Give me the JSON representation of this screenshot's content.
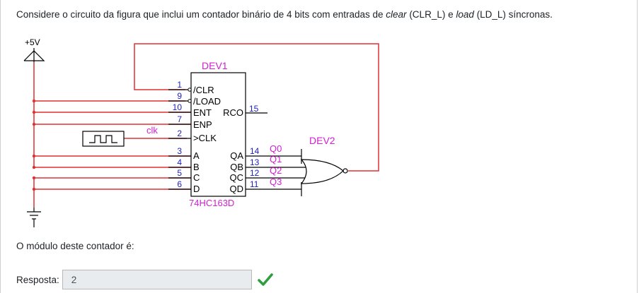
{
  "question": {
    "part1": "Considere o circuito da figura que inclui um contador binário de 4 bits com entradas de ",
    "clear": "clear",
    "part2": " (CLR_L) e ",
    "load": "load",
    "part3": " (LD_L) síncronas."
  },
  "circuit": {
    "supply_label": "+5V",
    "dev1_label": "DEV1",
    "dev2_label": "DEV2",
    "chip_part": "74HC163D",
    "clk_label": "clk",
    "left_pins": [
      {
        "num": "1",
        "name": "/CLR"
      },
      {
        "num": "9",
        "name": "/LOAD"
      },
      {
        "num": "10",
        "name": "ENT"
      },
      {
        "num": "7",
        "name": "ENP"
      },
      {
        "num": "2",
        "name": ">CLK"
      },
      {
        "num": "3",
        "name": "A"
      },
      {
        "num": "4",
        "name": "B"
      },
      {
        "num": "5",
        "name": "C"
      },
      {
        "num": "6",
        "name": "D"
      }
    ],
    "right_pins": [
      {
        "num": "15",
        "name": "RCO"
      },
      {
        "num": "14",
        "name": "QA"
      },
      {
        "num": "13",
        "name": "QB"
      },
      {
        "num": "12",
        "name": "QC"
      },
      {
        "num": "11",
        "name": "QD"
      }
    ],
    "outputs": [
      "Q0",
      "Q1",
      "Q2",
      "Q3"
    ],
    "colors": {
      "wire": "#e03030",
      "label_blue": "#2020c0",
      "label_magenta": "#d020d0",
      "black": "#000000"
    }
  },
  "prompt": "O módulo deste contador é:",
  "answer": {
    "label": "Resposta:",
    "value": "2",
    "status_icon": "check-icon",
    "status_color": "#2e9e3e"
  }
}
